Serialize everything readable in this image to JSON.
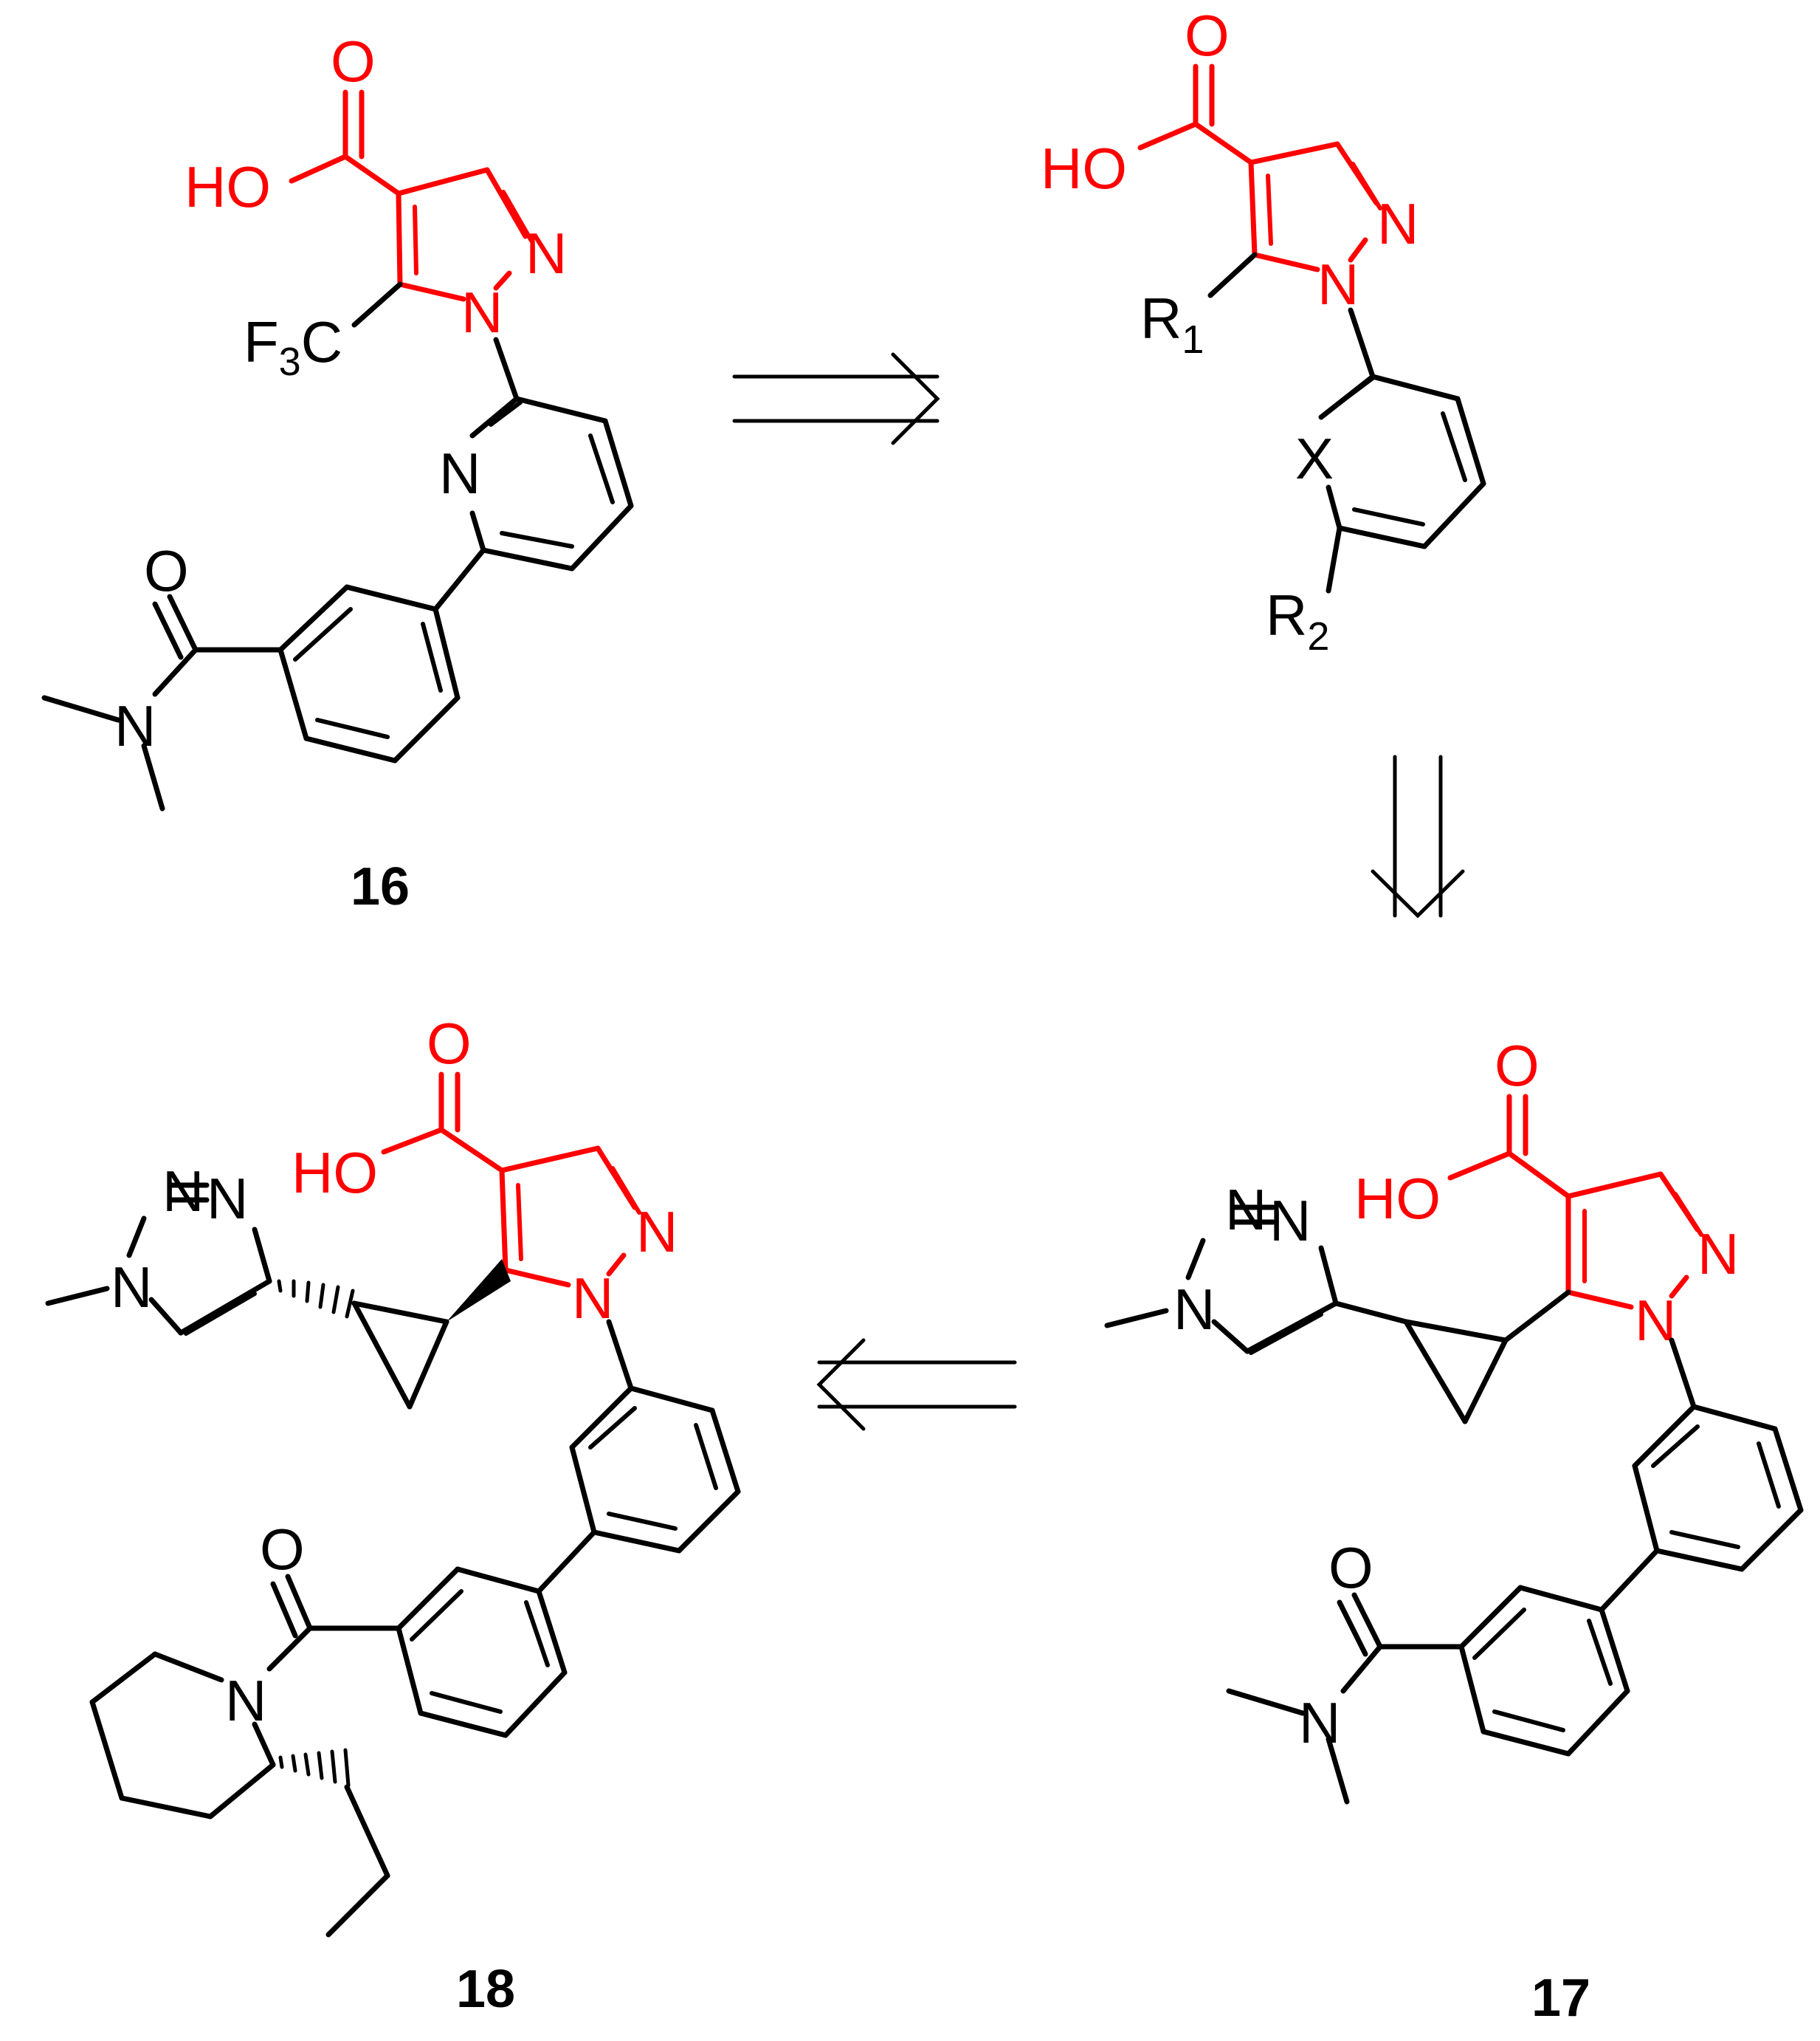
{
  "colors": {
    "core": "#ff0000",
    "ink": "#000000",
    "background": "#ffffff"
  },
  "compounds": {
    "c16": {
      "id": "16",
      "atoms": {
        "carbonyl_o": "O",
        "hydroxyl": "HO",
        "n1": "N",
        "n2": "N",
        "cf3_main": "F",
        "cf3_sub": "3",
        "cf3_tail": "C",
        "pyridine_n": "N",
        "amide_o": "O",
        "amide_n": "N"
      }
    },
    "generic": {
      "atoms": {
        "carbonyl_o": "O",
        "hydroxyl": "HO",
        "n1": "N",
        "n2": "N",
        "r1_main": "R",
        "r1_sub": "1",
        "x": "X",
        "r2_main": "R",
        "r2_sub": "2"
      }
    },
    "c17": {
      "id": "17",
      "atoms": {
        "carbonyl_o": "O",
        "hydroxyl": "HO",
        "n1": "N",
        "n2": "N",
        "triazole_n1": "N",
        "triazole_n2": "N",
        "triazole_n3": "N",
        "amide_o": "O",
        "amide_n": "N"
      }
    },
    "c18": {
      "id": "18",
      "atoms": {
        "carbonyl_o": "O",
        "hydroxyl": "HO",
        "n1": "N",
        "n2": "N",
        "triazole_n1": "N",
        "triazole_n2": "N",
        "triazole_n3": "N",
        "amide_o": "O",
        "piperidine_n": "N"
      }
    }
  }
}
